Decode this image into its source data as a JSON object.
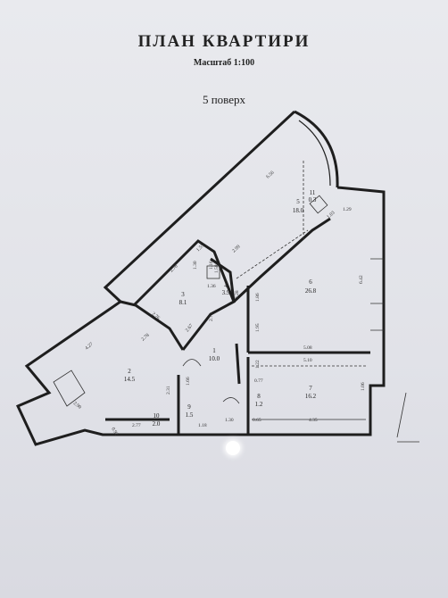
{
  "header": {
    "title": "ПЛАН КВАРТИРИ",
    "scale": "Масштаб 1:100",
    "floor": "5 поверх"
  },
  "rooms": [
    {
      "num": "1",
      "area": "10.0"
    },
    {
      "num": "2",
      "area": "14.5"
    },
    {
      "num": "3",
      "area": "8.1"
    },
    {
      "num": "4",
      "area": "3.9"
    },
    {
      "num": "5",
      "area": "18.0"
    },
    {
      "num": "6",
      "area": "26.8"
    },
    {
      "num": "7",
      "area": "16.2"
    },
    {
      "num": "8",
      "area": "1.2"
    },
    {
      "num": "9",
      "area": "1.5"
    },
    {
      "num": "10",
      "area": "2.0"
    },
    {
      "num": "11",
      "area": "0.3"
    }
  ],
  "dimensions": [
    "6.56",
    "2.99",
    "1.03",
    "1.29",
    "6.42",
    "5.08",
    "5.10",
    "1.06",
    "0.77",
    "1.22",
    "1.95",
    "1.86",
    "1.55",
    "2.78",
    "1.30",
    "1.58",
    "1.16",
    "1.36",
    "3.28",
    "2.76",
    "2.72",
    "2.67",
    "2.78",
    "4.27",
    "2.90",
    "0.92",
    "2.77",
    "2.31",
    "1.66",
    "1.18",
    "1.30",
    "0.65",
    "4.35"
  ]
}
